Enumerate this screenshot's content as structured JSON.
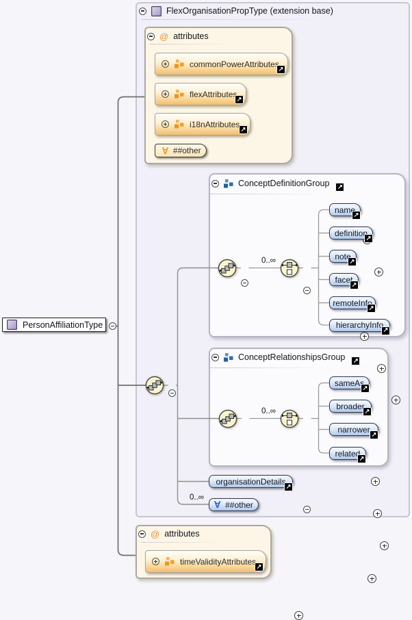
{
  "diagram": {
    "root": {
      "label": "PersonAffiliationType"
    },
    "extension": {
      "title": "FlexOrganisationPropType (extension base)",
      "attributes": {
        "header": "attributes",
        "items": [
          "commonPowerAttributes",
          "flexAttributes",
          "i18nAttributes"
        ],
        "wildcard": "##other"
      },
      "groups": [
        {
          "title": "ConceptDefinitionGroup",
          "occurs": "0..∞",
          "elements": [
            "name",
            "definition",
            "note",
            "facet",
            "remoteInfo",
            "hierarchyInfo"
          ]
        },
        {
          "title": "ConceptRelationshipsGroup",
          "occurs": "0..∞",
          "elements": [
            "sameAs",
            "broader",
            "narrower",
            "related"
          ]
        }
      ],
      "element": "organisationDetails",
      "wildcard": {
        "occurs": "0..∞",
        "label": "##other"
      }
    },
    "attributes_bottom": {
      "header": "attributes",
      "items": [
        "timeValidityAttributes"
      ]
    },
    "colors": {
      "attribute_orange": "#ee9420",
      "group_blue": "#1f5fa8",
      "element_fill": "#c3d7f0",
      "compositor_fill": "#f8f4cf",
      "container_fill": "#f1eff7",
      "cream_fill": "#fdf6e7"
    }
  }
}
